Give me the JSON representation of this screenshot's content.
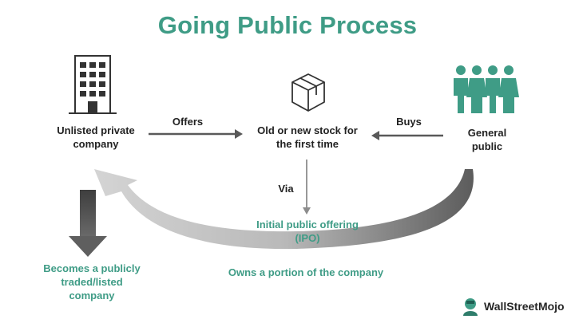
{
  "title": "Going Public Process",
  "nodes": {
    "company": {
      "line1": "Unlisted private",
      "line2": "company"
    },
    "stock": {
      "line1": "Old or new stock for",
      "line2": "the first time"
    },
    "public": {
      "line1": "General",
      "line2": "public"
    },
    "ipo": {
      "line1": "Initial public offering",
      "line2": "(IPO)"
    },
    "listed": {
      "line1": "Becomes a publicly",
      "line2": "traded/listed",
      "line3": "company"
    }
  },
  "edges": {
    "offers": "Offers",
    "buys": "Buys",
    "via": "Via",
    "owns": "Owns a portion of the company"
  },
  "brand": {
    "name": "WallStreetMojo"
  },
  "icons": [
    "building-icon",
    "box-icon",
    "people-icon",
    "wallstreetmojo-logo-icon"
  ],
  "colors": {
    "accent": "#3f9c86",
    "arrow_dark": "#555555",
    "arrow_gray": "#8c8c8c"
  }
}
